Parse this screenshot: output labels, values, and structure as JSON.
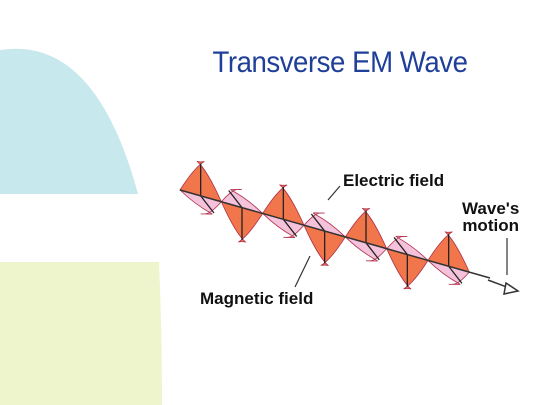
{
  "title": "Transverse EM Wave",
  "labels": {
    "electric": "Electric field",
    "magnetic": "Magnetic field",
    "motion_line1": "Wave's",
    "motion_line2": "motion"
  },
  "colors": {
    "title": "#1f3f99",
    "bg_top_shape": "#c7e8ec",
    "bg_bottom_shape": "#eef5cd",
    "electric_lobe": "#f06a3c",
    "magnetic_lobe": "#f3b7d6"
  }
}
